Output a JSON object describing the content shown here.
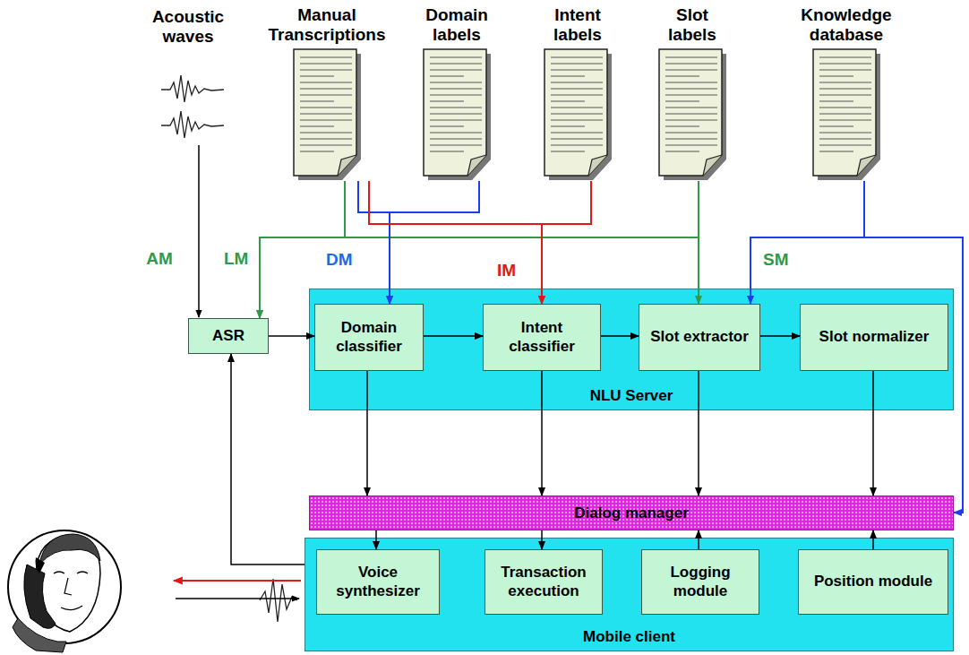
{
  "diagram": {
    "nodes": [
      {
        "text": [
          "Manual Transcriptions"
        ]
      },
      {
        "text": [
          "Domain labels"
        ]
      },
      {
        "text": [
          "Intent labels"
        ]
      },
      {
        "text": [
          "Slot labels"
        ]
      },
      {
        "text": [
          "Knowledge database"
        ]
      },
      {
        "text": [
          "ASR"
        ]
      },
      {
        "text": [
          "NLU Server"
        ]
      },
      {
        "text": [
          "Domain classifier"
        ],
        "in": 6
      },
      {
        "text": [
          "Intent classifier"
        ],
        "in": 6
      },
      {
        "text": [
          "Slot extractor"
        ],
        "in": 6
      },
      {
        "text": [
          "Slot normalizer"
        ],
        "in": 6
      },
      {
        "text": [
          "Dialog manager"
        ]
      },
      {
        "text": [
          "Mobile client"
        ]
      },
      {
        "text": [
          "Voice synthesizer"
        ],
        "in": 12
      },
      {
        "text": [
          "Transaction execution"
        ],
        "in": 12
      },
      {
        "text": [
          "Logging module"
        ],
        "in": 12
      },
      {
        "text": [
          "Position module"
        ],
        "in": 12
      }
    ],
    "edges": [
      {
        "from": 0,
        "to": 5,
        "label": "LM",
        "arrow": "to"
      },
      {
        "from": 3,
        "to": 5,
        "arrow": "to"
      },
      {
        "from": 0,
        "to": 7,
        "label": "DM",
        "arrow": "to"
      },
      {
        "from": 1,
        "to": 7,
        "arrow": "to"
      },
      {
        "from": 0,
        "to": 8,
        "label": "IM",
        "arrow": "to"
      },
      {
        "from": 2,
        "to": 8,
        "arrow": "to"
      },
      {
        "from": 3,
        "to": 9,
        "label": "SM",
        "arrow": "to"
      },
      {
        "from": 4,
        "to": 9,
        "arrow": "to"
      },
      {
        "from": 4,
        "to": 11,
        "arrow": "to"
      },
      {
        "from": 5,
        "to": 7,
        "arrow": "to"
      },
      {
        "from": 7,
        "to": 8,
        "arrow": "to"
      },
      {
        "from": 8,
        "to": 9,
        "arrow": "to"
      },
      {
        "from": 9,
        "to": 10,
        "arrow": "to"
      },
      {
        "from": 7,
        "to": 11,
        "arrow": "to"
      },
      {
        "from": 8,
        "to": 11,
        "arrow": "to"
      },
      {
        "from": 9,
        "to": 11,
        "arrow": "to"
      },
      {
        "from": 10,
        "to": 11,
        "arrow": "to"
      },
      {
        "from": 11,
        "to": 13,
        "arrow": "to"
      },
      {
        "from": 11,
        "to": 14,
        "arrow": "to"
      },
      {
        "from": 15,
        "to": 11,
        "arrow": "to"
      },
      {
        "from": 16,
        "to": 11,
        "arrow": "to"
      },
      {
        "from": 12,
        "to": 5,
        "arrow": "to"
      }
    ],
    "labels": [
      "Acoustic waves",
      "AM"
    ]
  }
}
